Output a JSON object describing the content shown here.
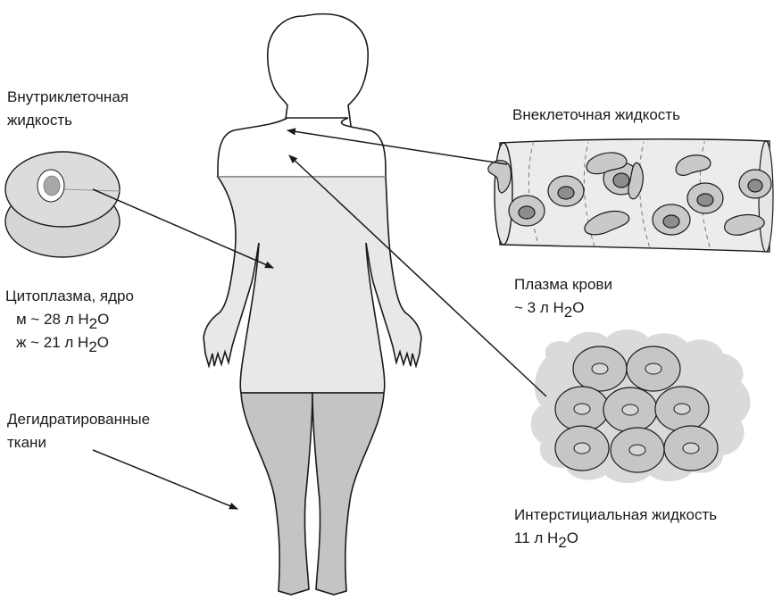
{
  "labels": {
    "intracellular_line1": "Внутриклеточная",
    "intracellular_line2": "жидкость",
    "cytoplasm_title": "Цитоплазма, ядро",
    "male_prefix": "м ~ 28 л Н",
    "female_prefix": "ж ~ 21 л Н",
    "dehydrated_line1": "Дегидратированные",
    "dehydrated_line2": "ткани",
    "extracellular": "Внеклеточная жидкость",
    "plasma_title": "Плазма крови",
    "plasma_prefix": "~ 3 л Н",
    "interstitial_title": "Интерстициальная жидкость",
    "interstitial_prefix": "11 л Н",
    "water_subscript": "2",
    "water_suffix": "О"
  },
  "colors": {
    "body_fill": "#e8e8e8",
    "leg_fill": "#c4c4c4",
    "outline": "#1a1a1a",
    "cell_fill": "#cfcfcf",
    "cell_inner": "#e2e2e2",
    "vessel_fill": "#ececec",
    "cloud_fill": "#dadada"
  }
}
